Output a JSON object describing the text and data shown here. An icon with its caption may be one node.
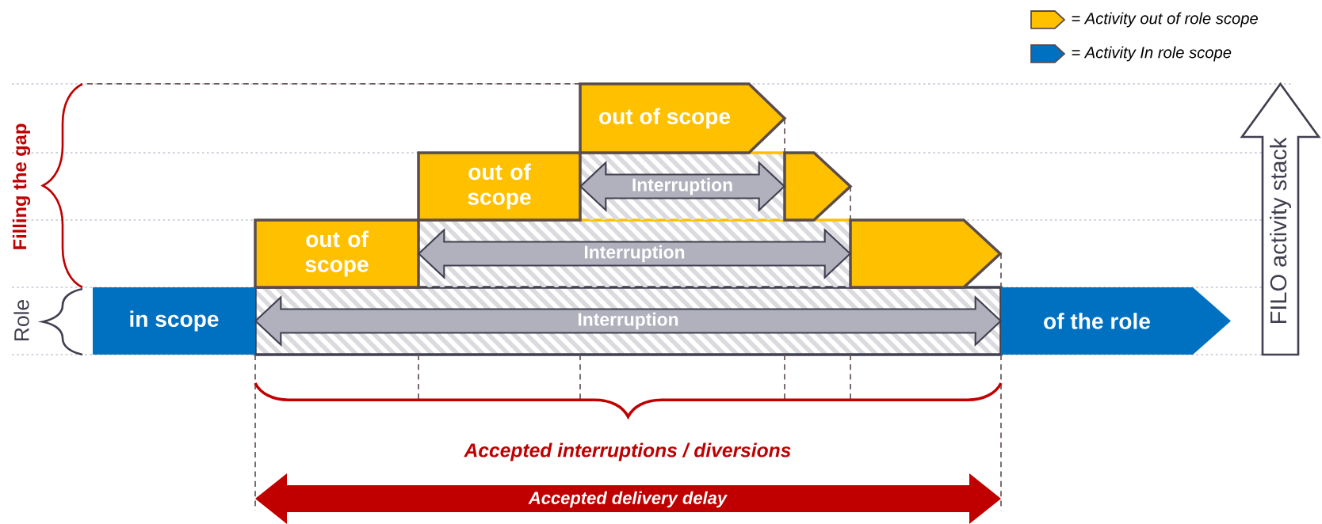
{
  "diagram": {
    "nodes": [
      {
        "text": [
          "out of scope"
        ]
      },
      {
        "text": [
          "out of scope"
        ]
      },
      {
        "text": [],
        "shape": "pentagon"
      },
      {
        "text": [
          "out of scope"
        ]
      },
      {
        "text": [],
        "shape": "pentagon"
      },
      {
        "text": [
          "in scope"
        ]
      },
      {
        "text": [
          "of the role"
        ]
      },
      {
        "text": [
          "FILO activity stack"
        ]
      }
    ],
    "edges": [
      {
        "from": 1,
        "to": 2,
        "arrow": "both",
        "label": "Interruption"
      },
      {
        "from": 3,
        "to": 4,
        "arrow": "both",
        "label": "Interruption"
      },
      {
        "from": 5,
        "to": 6,
        "arrow": "both",
        "label": "Interruption"
      }
    ],
    "labels": [
      "Filling the gap",
      "Role",
      "Accepted interruptions / diversions",
      "Accepted delivery delay"
    ],
    "legend": [
      {
        "text": "= Activity out of role scope",
        "color": "#ffc000"
      },
      {
        "text": "= Activity In role scope",
        "color": "#0070c0"
      }
    ]
  }
}
